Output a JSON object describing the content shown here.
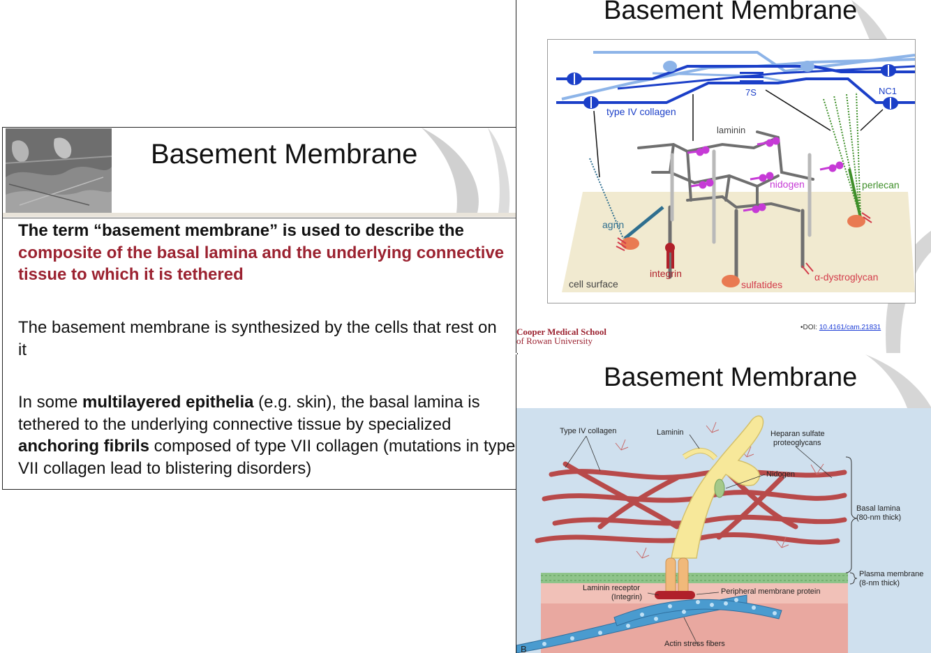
{
  "left_slide": {
    "title": "Basement Membrane",
    "p1_black": "The term “basement membrane” is used to describe the ",
    "p1_red": "composite of the basal lamina and the underlying connective tissue to which it is tethered",
    "p2": "The basement membrane is synthesized by the cells that rest on it",
    "p3_a": "In some ",
    "p3_b": "multilayered epithelia",
    "p3_c": " (e.g. skin), the basal lamina is tethered to the underlying connective tissue by specialized ",
    "p3_d": "anchoring fibrils",
    "p3_e": " composed of type VII collagen (mutations in type VII collagen lead to blistering disorders)"
  },
  "top_right_slide": {
    "title": "Basement Membrane",
    "labels": {
      "s7": "7S",
      "nc1": "NC1",
      "type_iv_collagen": "type IV collagen",
      "laminin": "laminin",
      "nidogen": "nidogen",
      "perlecan": "perlecan",
      "agrin": "agrin",
      "integrin": "integrin",
      "sulfatides": "sulfatides",
      "dystroglycan": "α-dystroglycan",
      "cell_surface": "cell surface"
    },
    "school_line1": "Cooper Medical School",
    "school_line2": "of Rowan University",
    "doi_prefix": "•DOI: ",
    "doi_link": "10.4161/cam.21831"
  },
  "bottom_right_slide": {
    "title": "Basement Membrane",
    "labels": {
      "type_iv_collagen": "Type IV collagen",
      "laminin": "Laminin",
      "heparan1": "Heparan sulfate",
      "heparan2": "proteoglycans",
      "nidogen": "Nidogen",
      "basal1": "Basal lamina",
      "basal2": "(80-nm thick)",
      "plasma1": "Plasma membrane",
      "plasma2": "(8-nm thick)",
      "receptor1": "Laminin receptor",
      "receptor2": "(Integrin)",
      "peripheral": "Peripheral membrane protein",
      "actin": "Actin stress fibers",
      "panel": "B"
    }
  },
  "colors": {
    "dark_red": "#9b2230",
    "collagen_blue": "#1b3fc8",
    "light_blue": "#8db4e8",
    "nidogen_purple": "#c63ad6",
    "perlecan_green": "#3f8f2a",
    "cell_surface": "#f1ead0",
    "bm_bg": "#cfe0ee",
    "collagen_red": "#b84a4a"
  }
}
